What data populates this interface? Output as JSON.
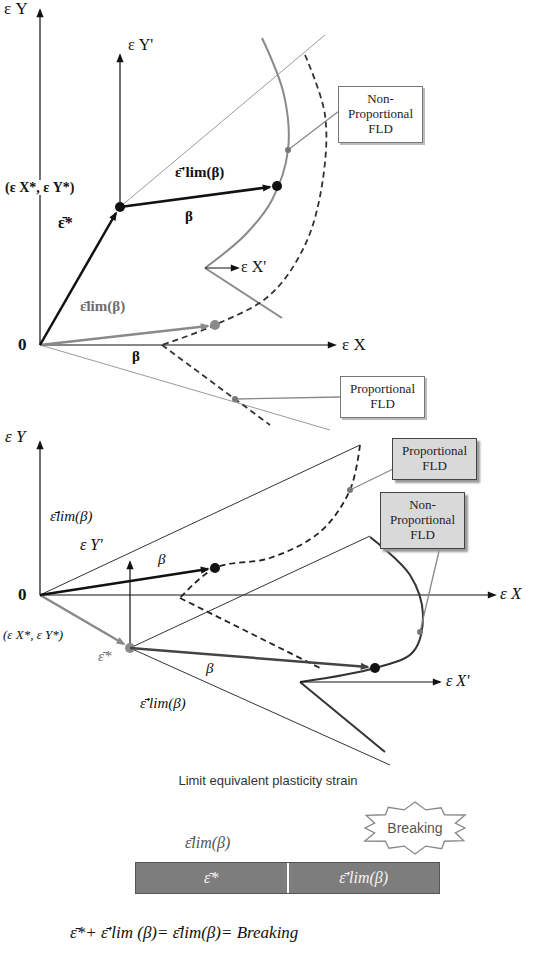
{
  "diagram": {
    "nodes": [
      {
        "text": [
          "Non-Proportional FLD"
        ]
      },
      {
        "text": [
          "Proportional FLD"
        ]
      },
      {
        "text": [
          "Proportional FLD"
        ]
      },
      {
        "text": [
          "Non-Proportional FLD"
        ]
      },
      {
        "text": [
          "Breaking"
        ]
      },
      {
        "text": [
          "ε̄*",
          "ε̄'lim(β)"
        ]
      }
    ],
    "labels": [
      "ε Y",
      "ε Y'",
      "(ε X*, ε Y*)",
      "ε̄*",
      "ε̄'lim(β)",
      "β",
      "ε X'",
      "ε̄lim(β)",
      "0",
      "β",
      "ε X",
      "ε Y",
      "ε̄lim(β)",
      "ε Y'",
      "β",
      "0",
      "ε X",
      "(ε X*, ε Y*)",
      "ε̄*",
      "β",
      "ε X'",
      "ε̄'lim(β)",
      "Limit equivalent plasticity strain",
      "ε̄lim(β)",
      "ε̄*+ ε̄'lim (β)= ε̄lim(β)= Breaking"
    ]
  }
}
